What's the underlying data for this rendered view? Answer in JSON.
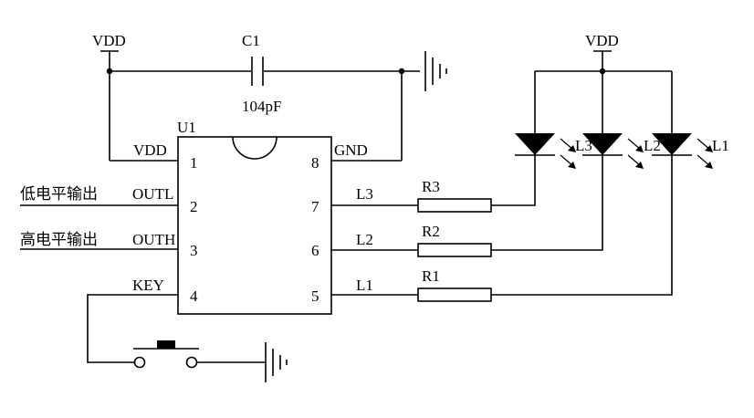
{
  "power": {
    "vdd_left": "VDD",
    "vdd_right": "VDD"
  },
  "capacitor": {
    "name": "C1",
    "value": "104pF"
  },
  "ic": {
    "name": "U1",
    "pins": {
      "p1": "1",
      "p2": "2",
      "p3": "3",
      "p4": "4",
      "p5": "5",
      "p6": "6",
      "p7": "7",
      "p8": "8"
    },
    "pin_labels": {
      "vdd": "VDD",
      "outl": "OUTL",
      "outh": "OUTH",
      "key": "KEY",
      "gnd": "GND",
      "l3": "L3",
      "l2": "L2",
      "l1": "L1"
    }
  },
  "inputs": {
    "low_output": "低电平输出",
    "high_output": "高电平输出"
  },
  "resistors": {
    "r1": "R1",
    "r2": "R2",
    "r3": "R3"
  },
  "leds": {
    "l1": "L1",
    "l2": "L2",
    "l3": "L3"
  }
}
